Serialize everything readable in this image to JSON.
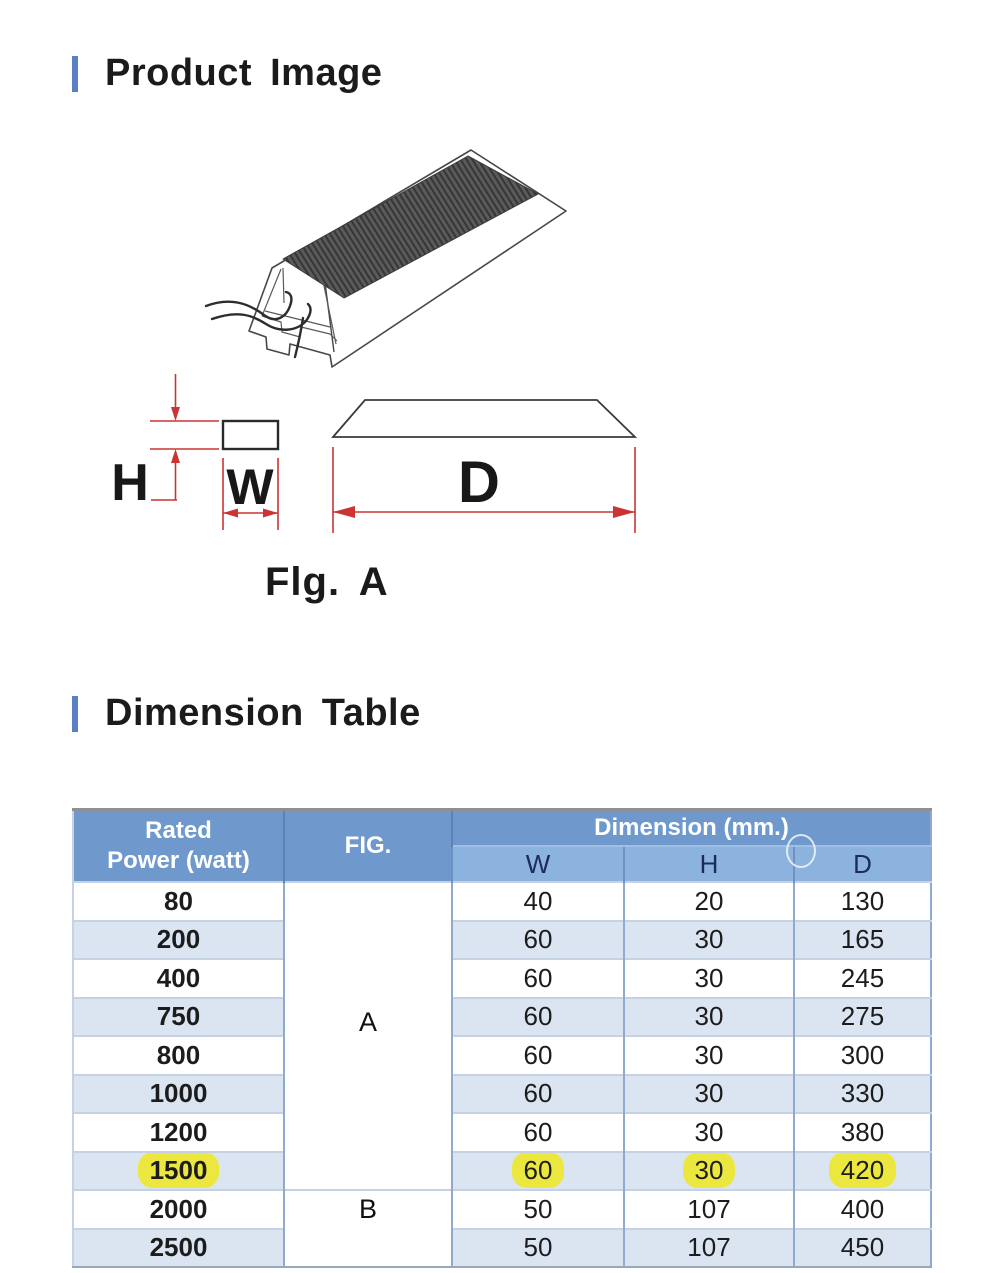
{
  "sections": {
    "product_image": {
      "title": "Product Image"
    },
    "dimension_table": {
      "title": "Dimension Table"
    }
  },
  "figure": {
    "caption": "Flg. A",
    "dim_labels": {
      "h": "H",
      "w": "W",
      "d": "D"
    }
  },
  "table": {
    "header": {
      "rated_line1": "Rated",
      "rated_line2": "Power (watt)",
      "fig": "FIG.",
      "dimension": "Dimension (mm.)",
      "sub": [
        "W",
        "H",
        "D"
      ]
    },
    "fig_groups": [
      {
        "label": "A",
        "rows": 8
      },
      {
        "label": "B",
        "rows": 2
      }
    ],
    "rows": [
      {
        "power": "80",
        "w": "40",
        "h": "20",
        "d": "130",
        "highlight": false
      },
      {
        "power": "200",
        "w": "60",
        "h": "30",
        "d": "165",
        "highlight": false
      },
      {
        "power": "400",
        "w": "60",
        "h": "30",
        "d": "245",
        "highlight": false
      },
      {
        "power": "750",
        "w": "60",
        "h": "30",
        "d": "275",
        "highlight": false
      },
      {
        "power": "800",
        "w": "60",
        "h": "30",
        "d": "300",
        "highlight": false
      },
      {
        "power": "1000",
        "w": "60",
        "h": "30",
        "d": "330",
        "highlight": false
      },
      {
        "power": "1200",
        "w": "60",
        "h": "30",
        "d": "380",
        "highlight": false
      },
      {
        "power": "1500",
        "w": "60",
        "h": "30",
        "d": "420",
        "highlight": true
      },
      {
        "power": "2000",
        "w": "50",
        "h": "107",
        "d": "400",
        "highlight": false
      },
      {
        "power": "2500",
        "w": "50",
        "h": "107",
        "d": "450",
        "highlight": false
      }
    ]
  },
  "colors": {
    "accent_blue": "#5b80c2",
    "title_text": "#1b1b1b",
    "header_blue": "#6f99cc",
    "subheader_blue": "#8cb3de",
    "subheader_text": "#1b2b5e",
    "row_alt_blue": "#dbe5f1",
    "grid_blue": "#8fa9cf",
    "grid_light": "#c6d2e4",
    "highlight_yellow": "#ece73f",
    "dim_red": "#cc3333",
    "drawing_dark": "#585858"
  }
}
